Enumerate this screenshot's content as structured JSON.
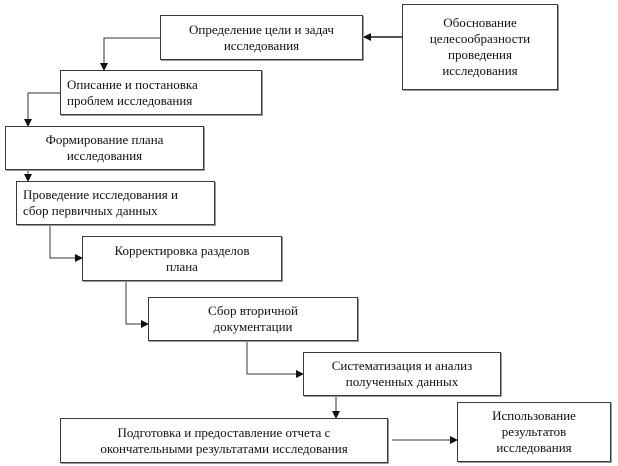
{
  "diagram": {
    "type": "flowchart",
    "nodes": [
      {
        "id": "justification",
        "lines": [
          "Обоснование",
          "целесообразности",
          "проведения",
          "исследования"
        ]
      },
      {
        "id": "goals",
        "lines": [
          "Определение цели и задач",
          "исследования"
        ]
      },
      {
        "id": "problems",
        "lines": [
          "Описание и постановка",
          "проблем исследования"
        ]
      },
      {
        "id": "plan",
        "lines": [
          "Формирование плана",
          "исследования"
        ]
      },
      {
        "id": "conduct",
        "lines": [
          "Проведение исследования и",
          "сбор первичных данных"
        ]
      },
      {
        "id": "correction",
        "lines": [
          "Корректировка разделов",
          "плана"
        ]
      },
      {
        "id": "secondary",
        "lines": [
          "Сбор вторичной",
          "документации"
        ]
      },
      {
        "id": "analysis",
        "lines": [
          "Систематизация и анализ",
          "полученных данных"
        ]
      },
      {
        "id": "report",
        "lines": [
          "Подготовка и предоставление отчета с",
          "окончательными результатами исследования"
        ]
      },
      {
        "id": "usage",
        "lines": [
          "Использование",
          "результатов",
          "исследования"
        ]
      }
    ],
    "edges": [
      {
        "from": "justification",
        "to": "goals"
      },
      {
        "from": "goals",
        "to": "problems"
      },
      {
        "from": "problems",
        "to": "plan"
      },
      {
        "from": "plan",
        "to": "conduct"
      },
      {
        "from": "conduct",
        "to": "correction"
      },
      {
        "from": "correction",
        "to": "secondary"
      },
      {
        "from": "secondary",
        "to": "analysis"
      },
      {
        "from": "analysis",
        "to": "report"
      },
      {
        "from": "report",
        "to": "usage"
      }
    ]
  }
}
